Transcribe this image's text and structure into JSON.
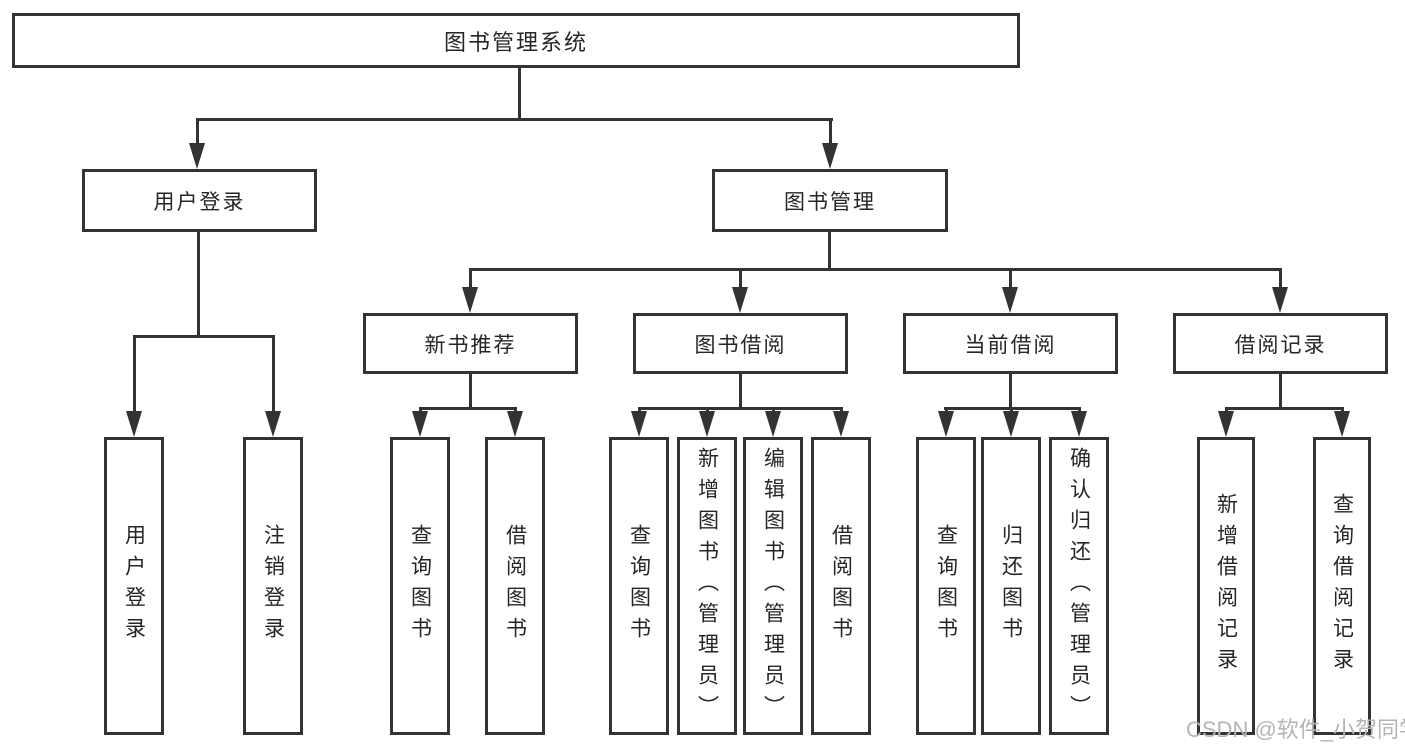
{
  "diagram": {
    "title": "图书管理系统",
    "level2": {
      "user_login": "用户登录",
      "book_mgmt": "图书管理"
    },
    "level3": {
      "new_books": "新书推荐",
      "borrowing": "图书借阅",
      "current": "当前借阅",
      "records": "借阅记录"
    },
    "leaves": {
      "user_login": [
        "用户登录",
        "注销登录"
      ],
      "new_books": [
        "查询图书",
        "借阅图书"
      ],
      "borrowing": [
        "查询图书",
        "新增图书（管理员）",
        "编辑图书（管理员）",
        "借阅图书"
      ],
      "current": [
        "查询图书",
        "归还图书",
        "确认归还（管理员）"
      ],
      "records": [
        "新增借阅记录",
        "查询借阅记录"
      ]
    }
  },
  "watermark": "CSDN @软件_小贺同学",
  "colors": {
    "line": "#333333",
    "text": "#262626",
    "watermark": "#b5b5b5",
    "background": "#ffffff"
  }
}
